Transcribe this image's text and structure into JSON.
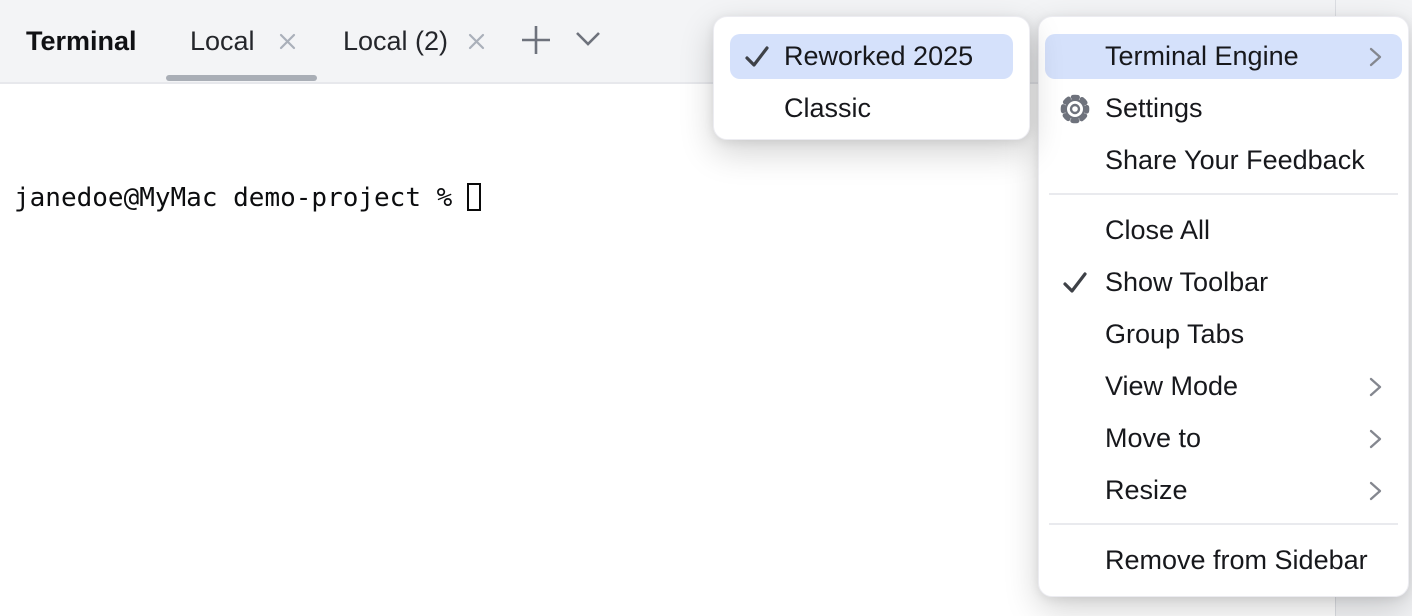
{
  "toolbar": {
    "title": "Terminal",
    "tabs": [
      {
        "label": "Local",
        "active": true
      },
      {
        "label": "Local (2)",
        "active": false
      }
    ],
    "icons": [
      "close-icon",
      "close-icon",
      "plus-icon",
      "chevron-down-icon"
    ]
  },
  "terminal": {
    "prompt": "janedoe@MyMac demo-project %",
    "cursor": "hollow-block"
  },
  "menus": {
    "main": {
      "items": [
        {
          "label": "Terminal Engine",
          "highlighted": true,
          "has_submenu": true
        },
        {
          "label": "Settings",
          "icon": "gear-icon"
        },
        {
          "label": "Share Your Feedback"
        },
        {
          "label": "Close All"
        },
        {
          "label": "Show Toolbar",
          "checked": true
        },
        {
          "label": "Group Tabs"
        },
        {
          "label": "View Mode",
          "has_submenu": true
        },
        {
          "label": "Move to",
          "has_submenu": true
        },
        {
          "label": "Resize",
          "has_submenu": true
        },
        {
          "label": "Remove from Sidebar"
        }
      ],
      "separators_after": [
        "Share Your Feedback",
        "Resize"
      ]
    },
    "submenu": {
      "parent": "Terminal Engine",
      "items": [
        {
          "label": "Reworked 2025",
          "checked": true,
          "highlighted": true
        },
        {
          "label": "Classic"
        }
      ]
    }
  },
  "colors": {
    "menu_highlight": "#d5e1fb",
    "toolbar_bg": "#f3f4f6",
    "tab_underline": "#a9aeb6",
    "menu_text": "#17181c",
    "icon_gray": "#6e727c",
    "separator": "#e9eaee"
  }
}
